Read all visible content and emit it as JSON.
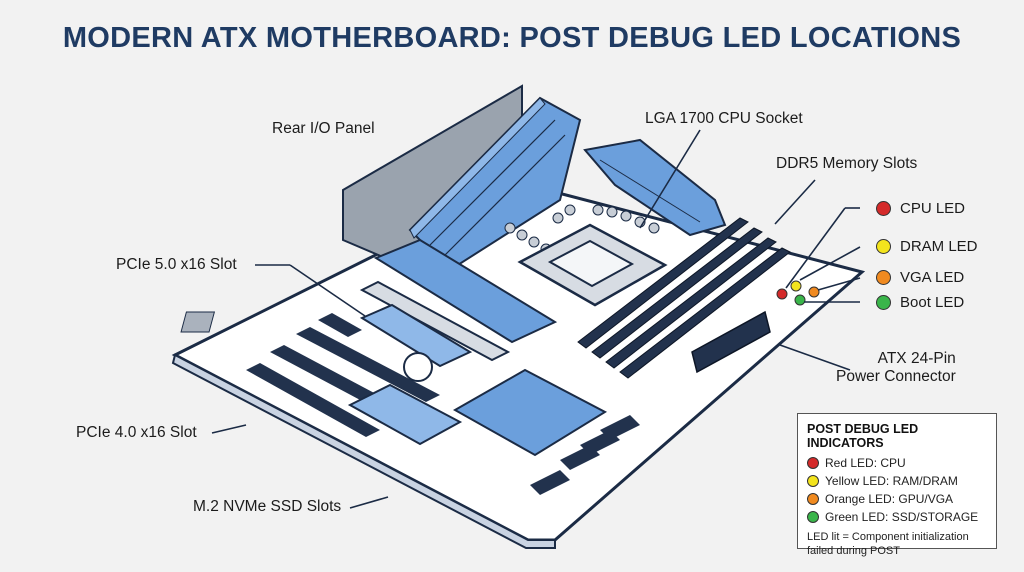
{
  "title": "MODERN ATX MOTHERBOARD: POST DEBUG LED LOCATIONS",
  "callouts": {
    "rear_io": "Rear I/O Panel",
    "cpu_socket": "LGA 1700 CPU Socket",
    "memory": "DDR5 Memory Slots",
    "pcie5": "PCIe 5.0 x16 Slot",
    "pcie4": "PCIe 4.0 x16 Slot",
    "m2": "M.2 NVMe SSD Slots",
    "atx_line1": "ATX 24-Pin",
    "atx_line2": "Power Connector"
  },
  "leds": [
    {
      "label": "CPU LED",
      "color": "#d42a2a"
    },
    {
      "label": "DRAM LED",
      "color": "#f3e41d"
    },
    {
      "label": "VGA LED",
      "color": "#f08a20"
    },
    {
      "label": "Boot LED",
      "color": "#3ab54a"
    }
  ],
  "legend": {
    "title": "POST DEBUG LED INDICATORS",
    "items": [
      {
        "label": "Red LED: CPU",
        "color": "#d42a2a"
      },
      {
        "label": "Yellow LED: RAM/DRAM",
        "color": "#f3e41d"
      },
      {
        "label": "Orange LED: GPU/VGA",
        "color": "#f08a20"
      },
      {
        "label": "Green LED: SSD/STORAGE",
        "color": "#3ab54a"
      }
    ],
    "note_line1": "LED lit = Component initialization",
    "note_line2": "failed during POST"
  },
  "colors": {
    "title": "#1f3b63",
    "board": "#ffffff",
    "heatsink": "#6b9fdc",
    "outline": "#1b2b45"
  }
}
